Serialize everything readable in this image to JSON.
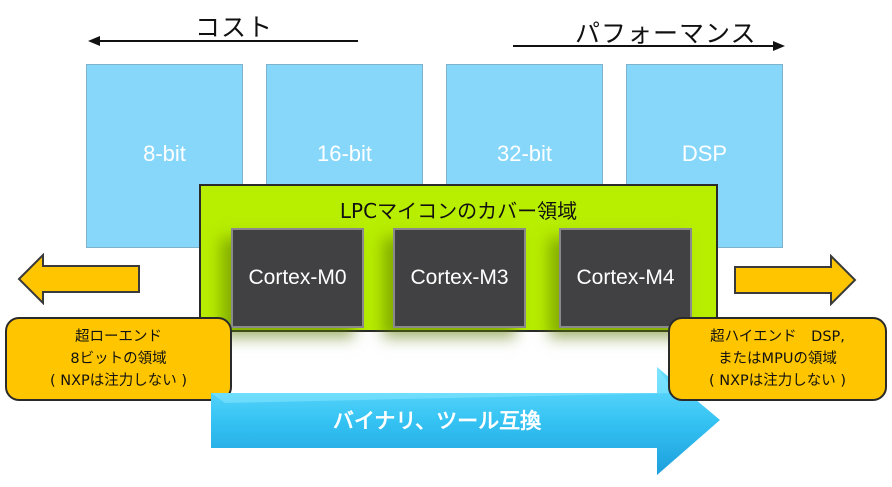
{
  "axis": {
    "cost_label": "コスト",
    "performance_label": "パフォーマンス"
  },
  "categories": [
    "8-bit",
    "16-bit",
    "32-bit",
    "DSP"
  ],
  "coverage": {
    "title": "LPCマイコンのカバー領域",
    "cores": [
      "Cortex-M0",
      "Cortex-M3",
      "Cortex-M4"
    ]
  },
  "left_note": {
    "lines": [
      "超ローエンド",
      "8ビットの領域",
      "( NXPは注力しない )"
    ]
  },
  "right_note": {
    "lines": [
      "超ハイエンド　DSP,",
      "またはMPUの領域",
      "( NXPは注力しない )"
    ]
  },
  "compat": {
    "label": "バイナリ、ツール互換"
  },
  "colors": {
    "category_blue": "#87d7fb",
    "coverage_green": "#b8ee00",
    "core_gray": "#414042",
    "note_orange": "#ffc600",
    "compat_blue": "#35c3f3"
  }
}
